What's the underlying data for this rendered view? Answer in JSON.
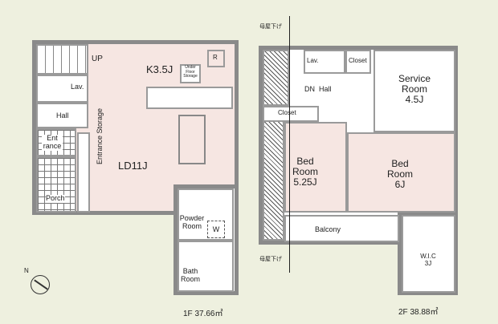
{
  "floor1": {
    "area_label": "1F 37.66㎡",
    "rooms": {
      "up": "UP",
      "kitchen": "K3.5J",
      "under_floor_storage": "Under Floor Storage",
      "refrigerator": "R",
      "lav": "Lav.",
      "hall": "Hall",
      "entrance": "Ent rance",
      "entrance_storage": "Entrance Storage",
      "porch": "Porch",
      "living_dining": "LD11J",
      "powder_room": "Powder Room",
      "washer": "W",
      "bath_room": "Bath Room"
    }
  },
  "floor2": {
    "area_label": "2F 38.88㎡",
    "roof_note_top": "母屋下げ",
    "roof_note_bottom": "母屋下げ",
    "rooms": {
      "lav": "Lav.",
      "closet_top": "Closet",
      "dn_hall": "DN  Hall",
      "service_room": "Service Room 4.5J",
      "closet_mid": "Closet",
      "bed_room_1": "Bed Room 5.25J",
      "bed_room_2": "Bed Room 6J",
      "balcony": "Balcony",
      "wic": "W.I.C 3J"
    }
  },
  "compass": {
    "label": "N"
  }
}
